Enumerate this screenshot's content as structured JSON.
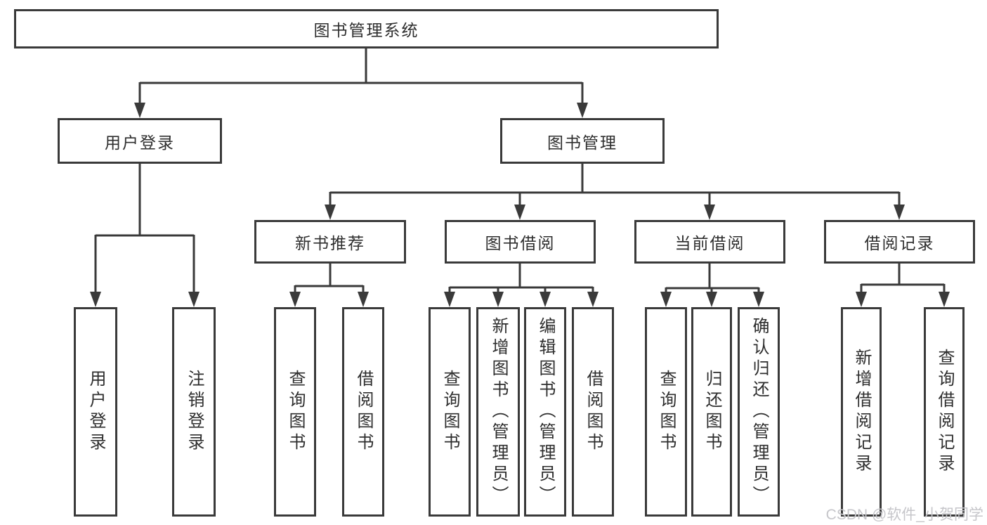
{
  "root": {
    "label": "图书管理系统"
  },
  "branches": {
    "user_login": {
      "label": "用户登录",
      "leaves": {
        "login": "用户登录",
        "logout": "注销登录"
      }
    },
    "book_mgmt": {
      "label": "图书管理",
      "sections": {
        "new_books": {
          "label": "新书推荐",
          "leaves": {
            "query": "查询图书",
            "borrow": "借阅图书"
          }
        },
        "borrowing": {
          "label": "图书借阅",
          "leaves": {
            "query": "查询图书",
            "add": "新增图书（管理员）",
            "edit": "编辑图书（管理员）",
            "borrow": "借阅图书"
          }
        },
        "current": {
          "label": "当前借阅",
          "leaves": {
            "query": "查询图书",
            "return": "归还图书",
            "confirm": "确认归还（管理员）"
          }
        },
        "records": {
          "label": "借阅记录",
          "leaves": {
            "add": "新增借阅记录",
            "query": "查询借阅记录"
          }
        }
      }
    }
  },
  "watermark": {
    "text": "CSDN @软件_小贺同学"
  },
  "colors": {
    "line": "#3a3a3a",
    "text": "#2e2e2e",
    "watermark": "#c6c6ca",
    "background": "#ffffff"
  }
}
